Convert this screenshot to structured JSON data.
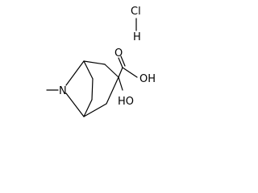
{
  "molecule": {
    "salt_label": "Cl",
    "salt_h_label": "H",
    "acid_oh_label": "OH",
    "acid_o_label": "O",
    "ring_oh_label": "HO",
    "nitrogen_label": "N"
  }
}
